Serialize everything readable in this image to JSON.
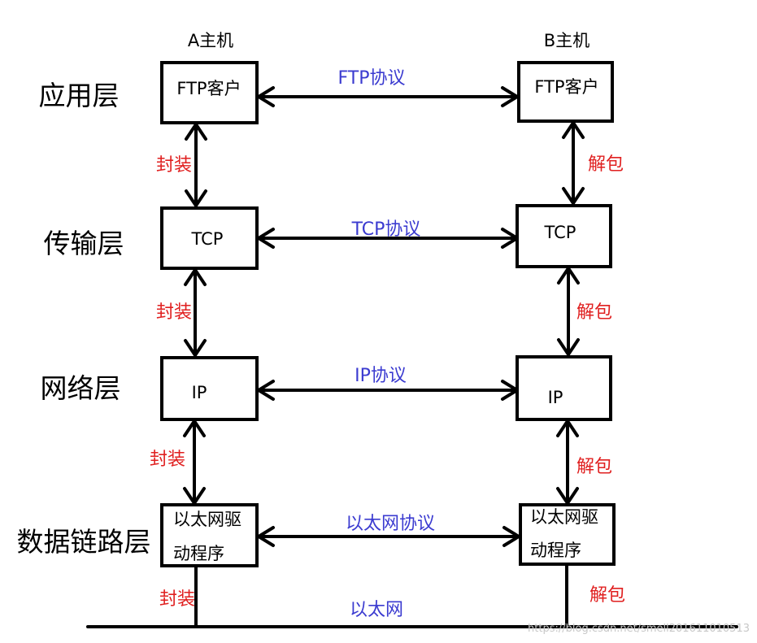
{
  "hosts": {
    "a": "A主机",
    "b": "B主机"
  },
  "layers": {
    "app": "应用层",
    "transport": "传输层",
    "network": "网络层",
    "datalink": "数据链路层"
  },
  "boxes": {
    "ftp_a": "FTP客户",
    "ftp_b": "FTP客户",
    "tcp_a": "TCP",
    "tcp_b": "TCP",
    "ip_a": "IP",
    "ip_b": "IP",
    "eth_a_line1": "以太网驱",
    "eth_a_line2": "动程序",
    "eth_b_line1": "以太网驱",
    "eth_b_line2": "动程序"
  },
  "protocols": {
    "ftp": "FTP协议",
    "tcp": "TCP协议",
    "ip": "IP协议",
    "eth": "以太网协议",
    "wire": "以太网"
  },
  "actions": {
    "encapsulate": "封装",
    "decapsulate": "解包"
  },
  "watermark": "https://blog.csdn.net/smell201611010513",
  "colors": {
    "protocol": "#3b3bd0",
    "action": "#e02020",
    "line": "#000000"
  }
}
